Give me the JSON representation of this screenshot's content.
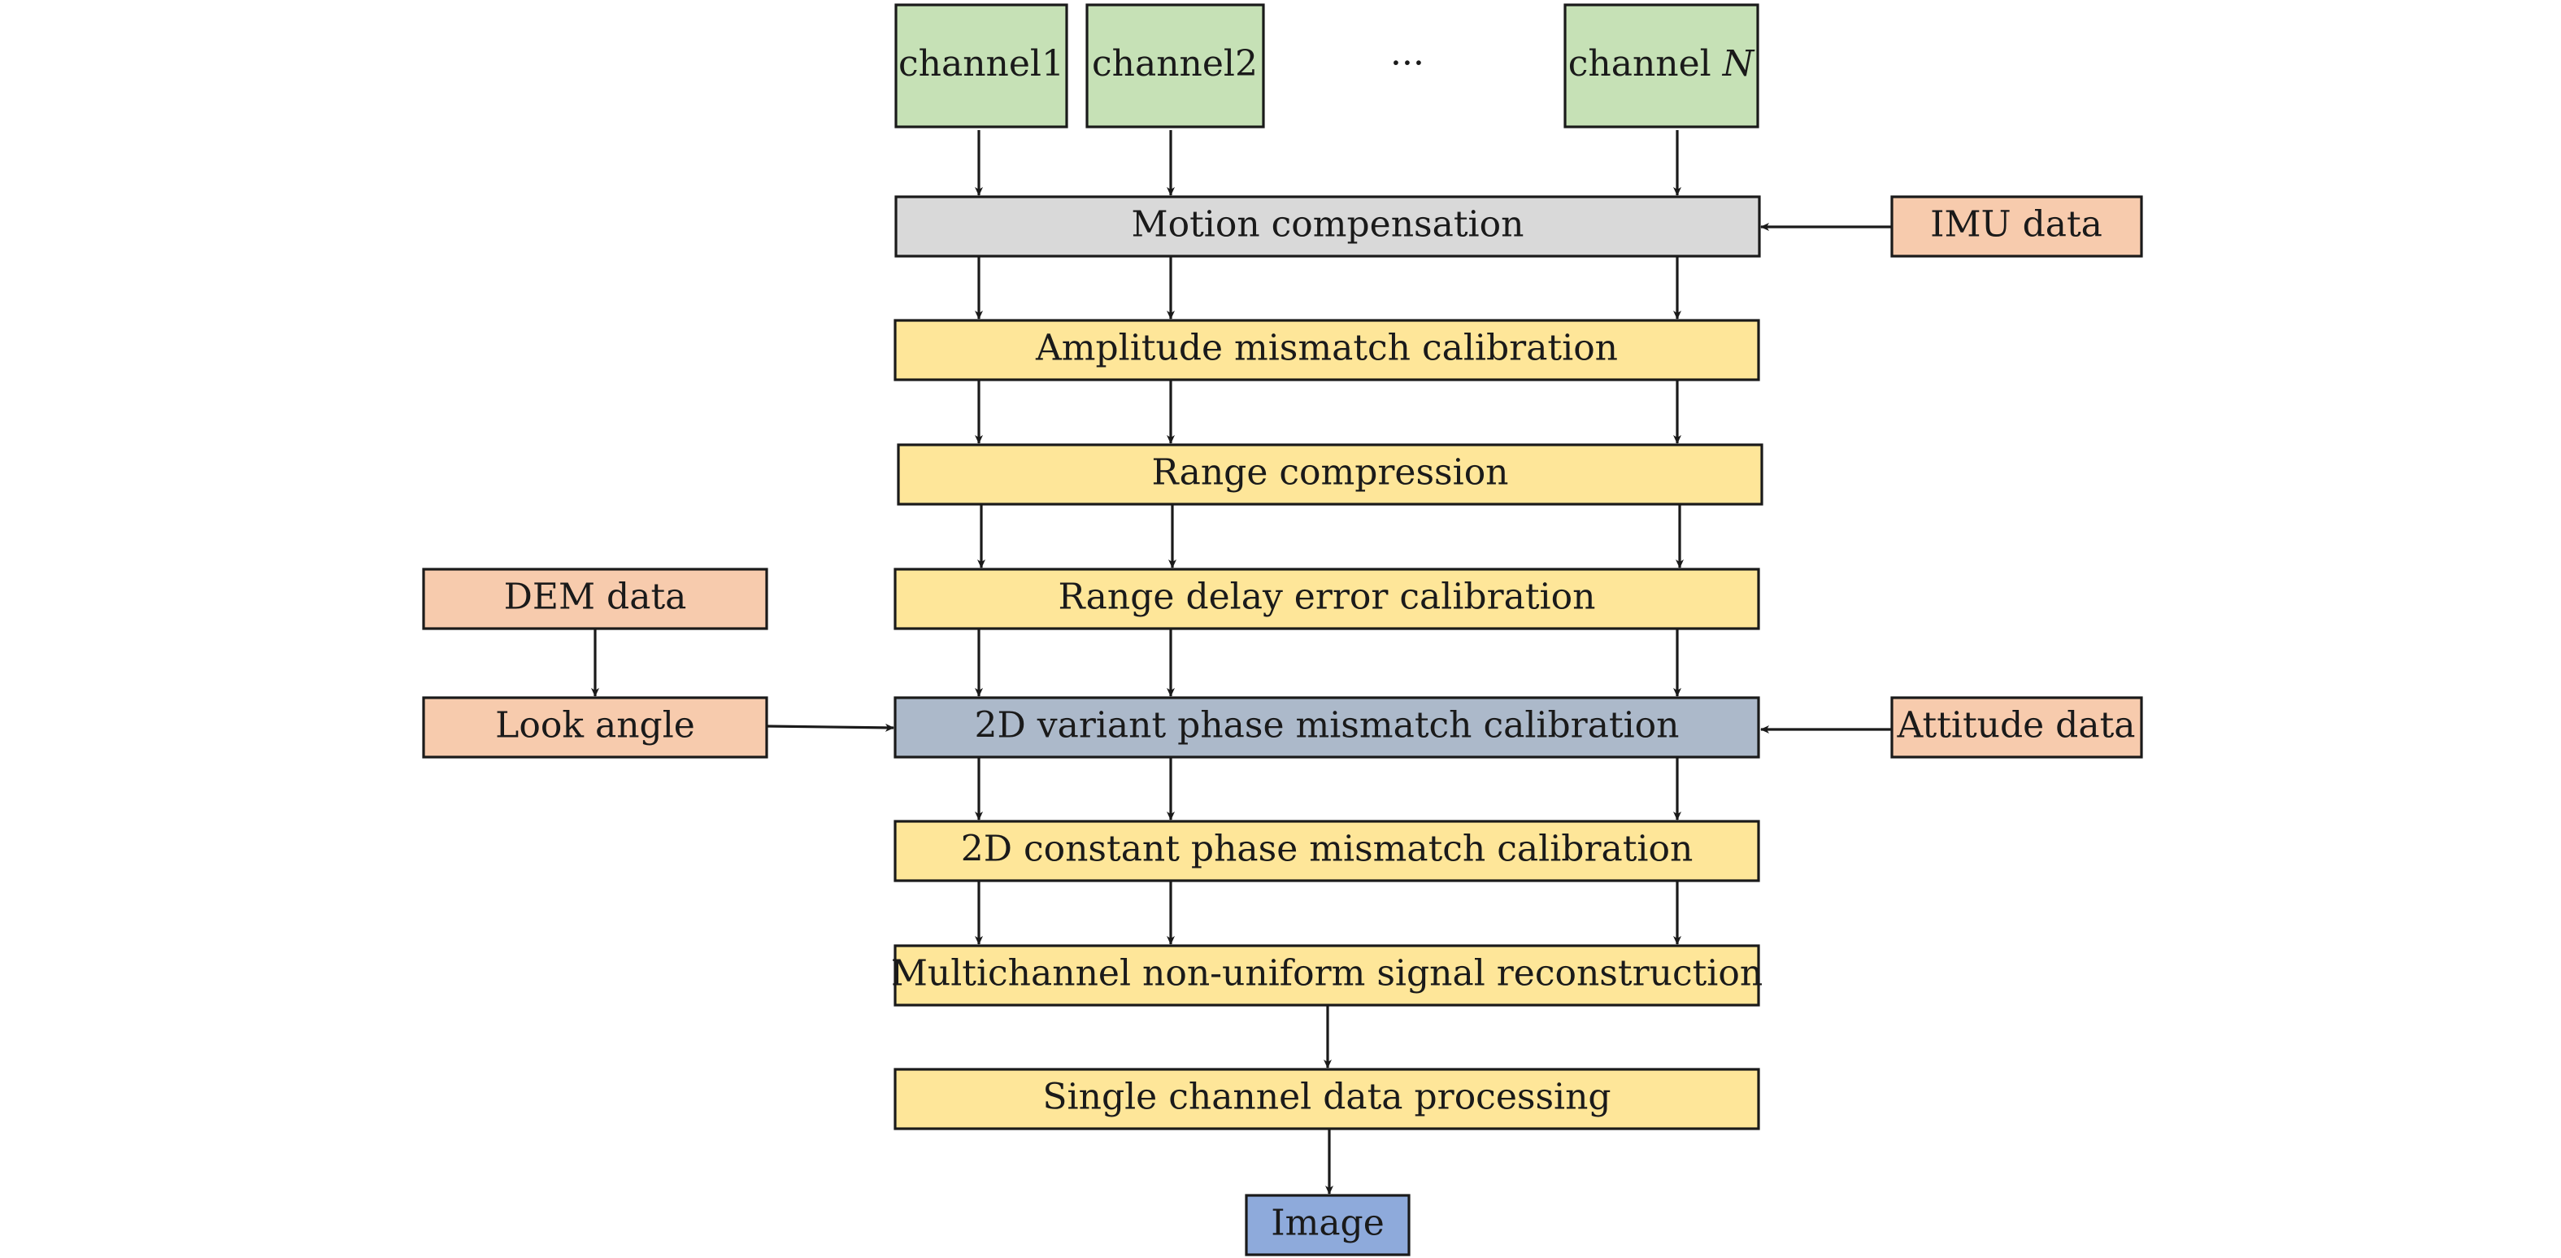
{
  "colors": {
    "channel": "#c6e1b6",
    "motion": "#d9d9d9",
    "processing": "#fee699",
    "external": "#f7cbad",
    "variant": "#acb9ca",
    "output": "#8eaadb"
  },
  "channels": {
    "items": [
      {
        "label": "channel1",
        "italic": ""
      },
      {
        "label": "channel2",
        "italic": ""
      },
      {
        "label": "channel ",
        "italic": "N"
      }
    ],
    "ellipsis": "···"
  },
  "inputs": {
    "imu": "IMU data",
    "dem": "DEM data",
    "look_angle": "Look angle",
    "attitude": "Attitude data"
  },
  "steps": {
    "motion_compensation": "Motion compensation",
    "amplitude": "Amplitude mismatch calibration",
    "range_compression": "Range compression",
    "range_delay": "Range delay error calibration",
    "variant_phase": "2D variant phase mismatch calibration",
    "constant_phase": "2D constant phase mismatch calibration",
    "reconstruction": "Multichannel non-uniform signal reconstruction",
    "single_channel": "Single channel data processing"
  },
  "output": "Image"
}
